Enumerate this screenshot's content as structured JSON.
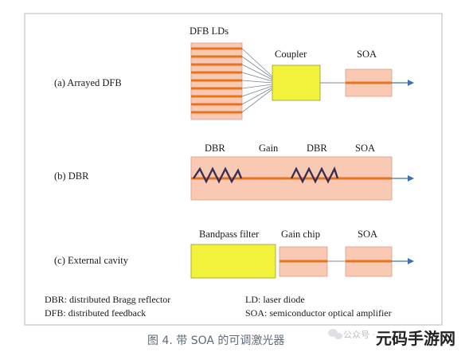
{
  "diagram": {
    "rows": {
      "a": {
        "label": "(a) Arrayed DFB",
        "ld_label": "DFB LDs",
        "coupler_label": "Coupler",
        "soa_label": "SOA"
      },
      "b": {
        "label": "(b) DBR",
        "dbr1_label": "DBR",
        "gain_label": "Gain",
        "dbr2_label": "DBR",
        "soa_label": "SOA"
      },
      "c": {
        "label": "(c) External cavity",
        "filter_label": "Bandpass filter",
        "gain_chip_label": "Gain chip",
        "soa_label": "SOA"
      }
    },
    "legend": {
      "dbr": "DBR: distributed Bragg reflector",
      "dfb": "DFB: distributed feedback",
      "ld": "LD: laser diode",
      "soa": "SOA: semiconductor optical amplifier"
    },
    "colors": {
      "chip_fill": "#f9c9b4",
      "waveguide": "#e8731f",
      "coupler_fill": "#f3f23a",
      "arrow": "#3d6fb5",
      "grating": "#35305a"
    }
  },
  "caption": "图 4. 带 SOA 的可调激光器",
  "watermark": "公众号 ·",
  "brand": "元码手游网"
}
